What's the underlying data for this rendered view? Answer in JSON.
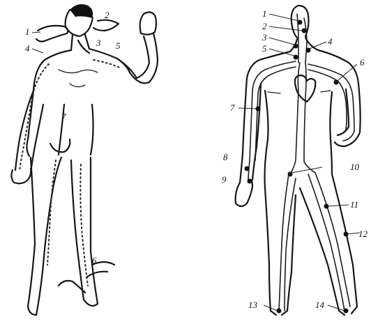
{
  "left_figure": {
    "labels": [
      "1",
      "2",
      "3",
      "4",
      "5",
      "6",
      "7"
    ]
  },
  "right_figure": {
    "labels": [
      "1",
      "2",
      "3",
      "4",
      "5",
      "6",
      "7",
      "8",
      "9",
      "10",
      "11",
      "12",
      "13",
      "14"
    ]
  }
}
